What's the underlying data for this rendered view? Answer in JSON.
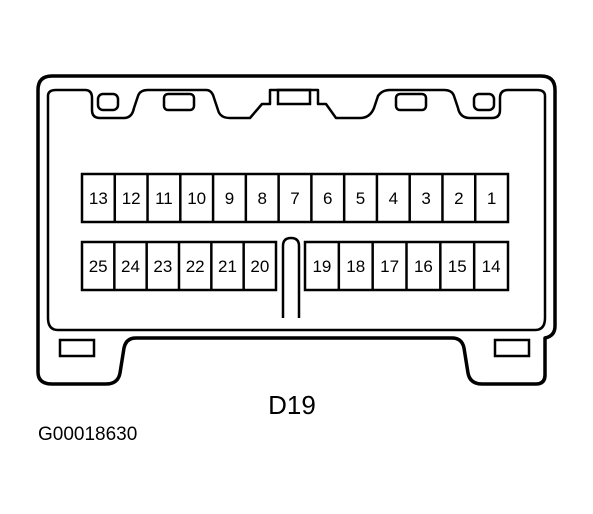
{
  "connector": {
    "name": "D19",
    "top_row_pins": [
      "13",
      "12",
      "11",
      "10",
      "9",
      "8",
      "7",
      "6",
      "5",
      "4",
      "3",
      "2",
      "1"
    ],
    "bottom_left_pins": [
      "25",
      "24",
      "23",
      "22",
      "21",
      "20"
    ],
    "bottom_right_pins": [
      "19",
      "18",
      "17",
      "16",
      "15",
      "14"
    ]
  },
  "figure_id": "G00018630",
  "colors": {
    "stroke": "#000000",
    "background": "#ffffff"
  }
}
